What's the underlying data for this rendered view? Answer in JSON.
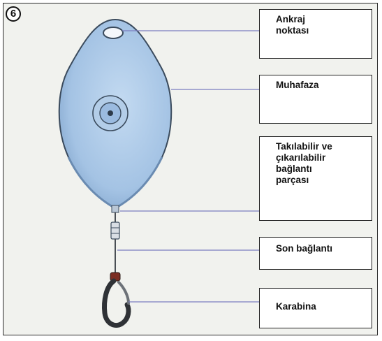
{
  "step_number": "6",
  "labels": [
    {
      "text": "Ankraj\nnoktası"
    },
    {
      "text": "Muhafaza"
    },
    {
      "text": "Takılabilir ve\nçıkarılabilir\nbağlantı\nparçası"
    },
    {
      "text": "Son bağlantı"
    },
    {
      "text": "Karabina"
    }
  ],
  "colors": {
    "housing": "#a7c6e6",
    "housing_shade": "#7fa4cc",
    "outline": "#3a4a5c",
    "leader_line": "#7b7ec0"
  }
}
